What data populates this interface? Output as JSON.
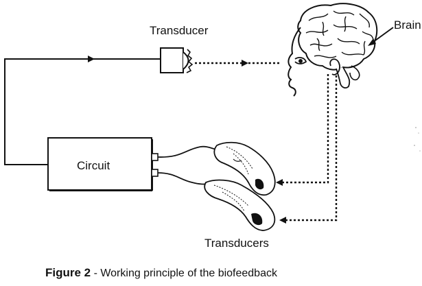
{
  "labels": {
    "transducer": "Transducer",
    "brain": "Brain",
    "circuit": "Circuit",
    "transducers": "Transducers"
  },
  "caption": {
    "bold": "Figure 2",
    "rest": " - Working principle of the biofeedback"
  }
}
